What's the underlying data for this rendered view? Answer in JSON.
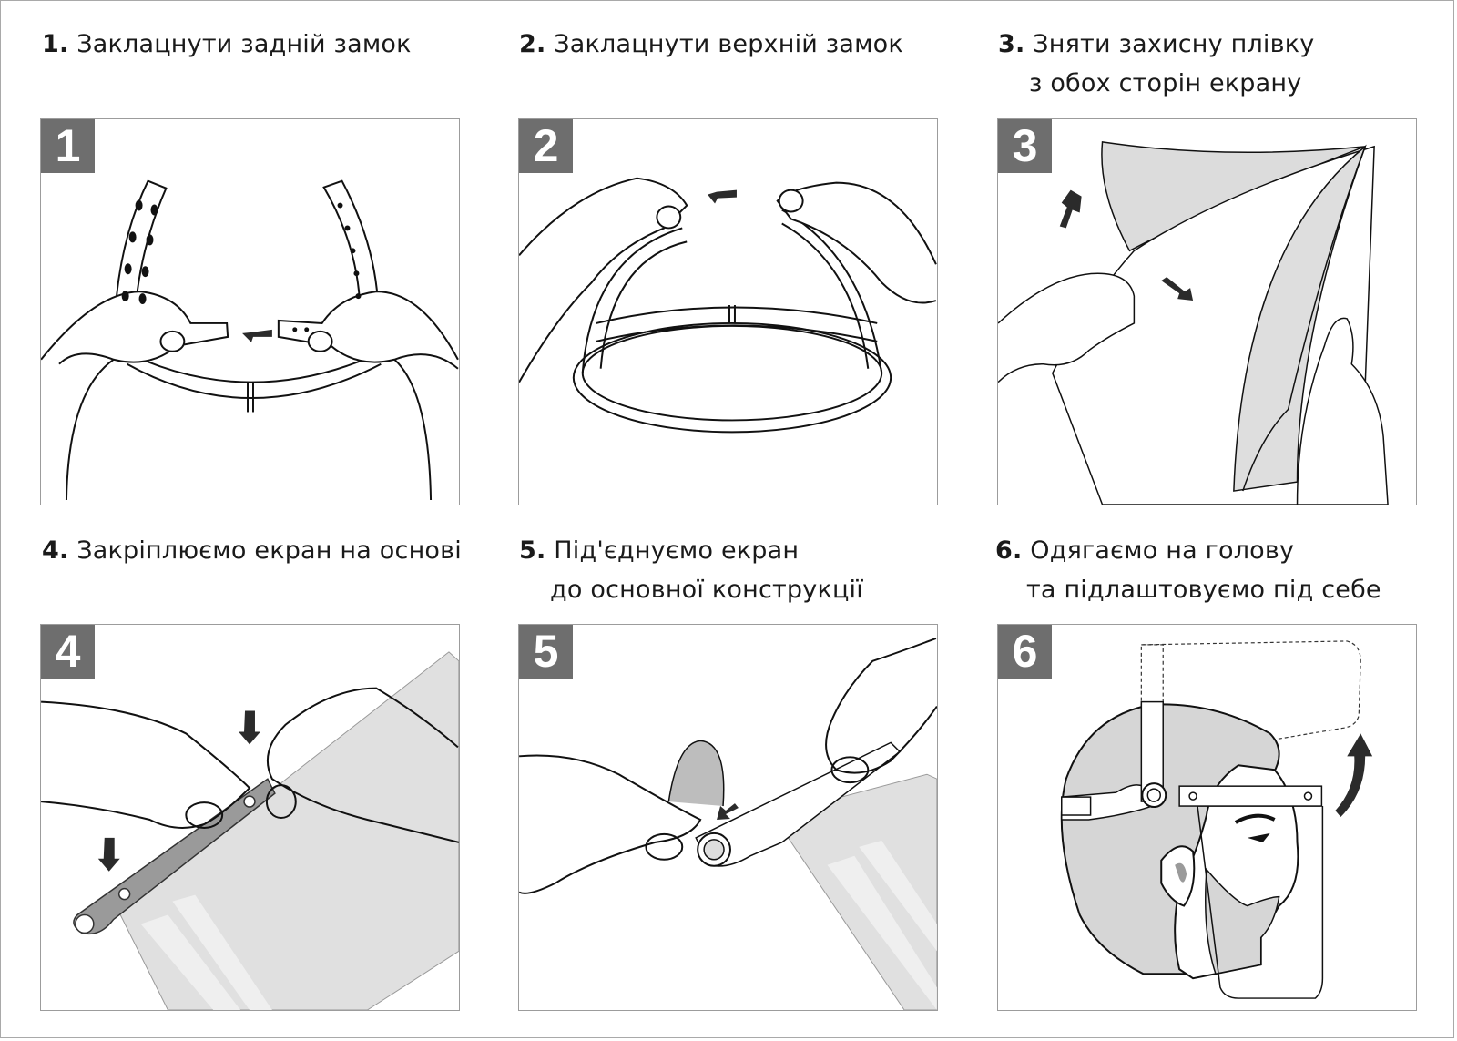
{
  "steps": [
    {
      "number": "1.",
      "badge": "1",
      "line1": "Заклацнути задній замок",
      "line2": ""
    },
    {
      "number": "2.",
      "badge": "2",
      "line1": "Заклацнути верхній замок",
      "line2": ""
    },
    {
      "number": "3.",
      "badge": "3",
      "line1": "Зняти захисну плівку",
      "line2": "з обох сторін екрану"
    },
    {
      "number": "4.",
      "badge": "4",
      "line1": "Закріплюємо екран на основі",
      "line2": ""
    },
    {
      "number": "5.",
      "badge": "5",
      "line1": "Під'єднуємо екран",
      "line2": "до основної конструкції"
    },
    {
      "number": "6.",
      "badge": "6",
      "line1": "Одягаємо на голову",
      "line2": "та підлаштовуємо під себе"
    }
  ],
  "colors": {
    "badge": "#6e6e6e",
    "panel_border": "#9c9c9c",
    "shield_fill": "#e0e0e0",
    "head_fill": "#d9d9d9",
    "arrow": "#2b2b2b"
  }
}
